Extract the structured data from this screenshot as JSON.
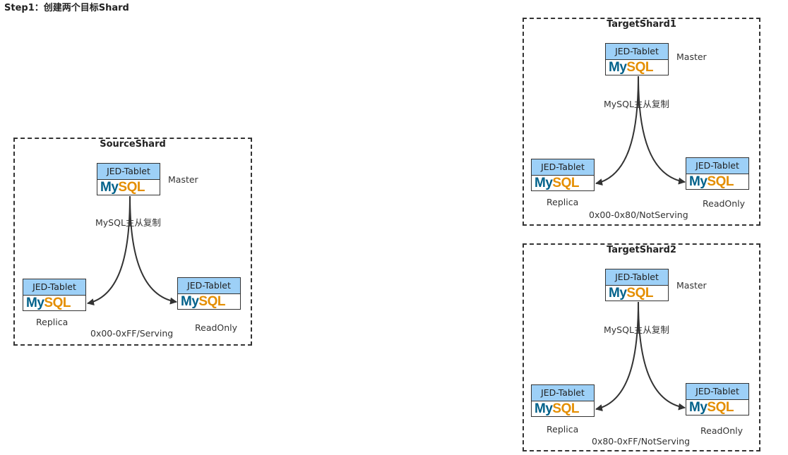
{
  "step_title": "Step1：创建两个目标Shard",
  "tablet_header": "JED-Tablet",
  "logo": {
    "my": "My",
    "sql": "SQL"
  },
  "colors": {
    "tablet_header": "#9dd0f7",
    "logo_my": "#00618a",
    "logo_sql": "#e48e00"
  },
  "shards": {
    "source": {
      "title": "SourceShard",
      "master_role": "Master",
      "replication": "MySQL主从复制",
      "replica_role": "Replica",
      "readonly_role": "ReadOnly",
      "range": "0x00-0xFF/Serving"
    },
    "target1": {
      "title": "TargetShard1",
      "master_role": "Master",
      "replication": "MySQL主从复制",
      "replica_role": "Replica",
      "readonly_role": "ReadOnly",
      "range": "0x00-0x80/NotServing"
    },
    "target2": {
      "title": "TargetShard2",
      "master_role": "Master",
      "replication": "MySQL主从复制",
      "replica_role": "Replica",
      "readonly_role": "ReadOnly",
      "range": "0x80-0xFF/NotServing"
    }
  }
}
